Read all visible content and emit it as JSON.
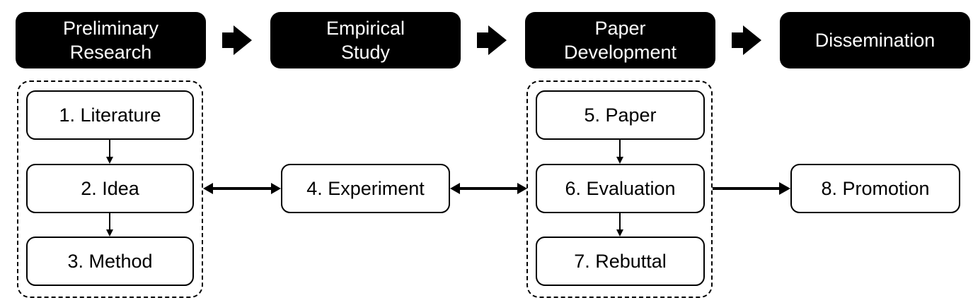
{
  "phases": [
    {
      "line1": "Preliminary",
      "line2": "Research"
    },
    {
      "line1": "Empirical",
      "line2": "Study"
    },
    {
      "line1": "Paper",
      "line2": "Development"
    },
    {
      "line1": "Dissemination",
      "line2": ""
    }
  ],
  "steps": {
    "literature": "1. Literature",
    "idea": "2. Idea",
    "method": "3. Method",
    "experiment": "4. Experiment",
    "paper": "5. Paper",
    "evaluation": "6. Evaluation",
    "rebuttal": "7. Rebuttal",
    "promotion": "8. Promotion"
  },
  "colors": {
    "phase_fill": "#000000",
    "phase_text": "#ffffff",
    "stroke": "#000000"
  }
}
